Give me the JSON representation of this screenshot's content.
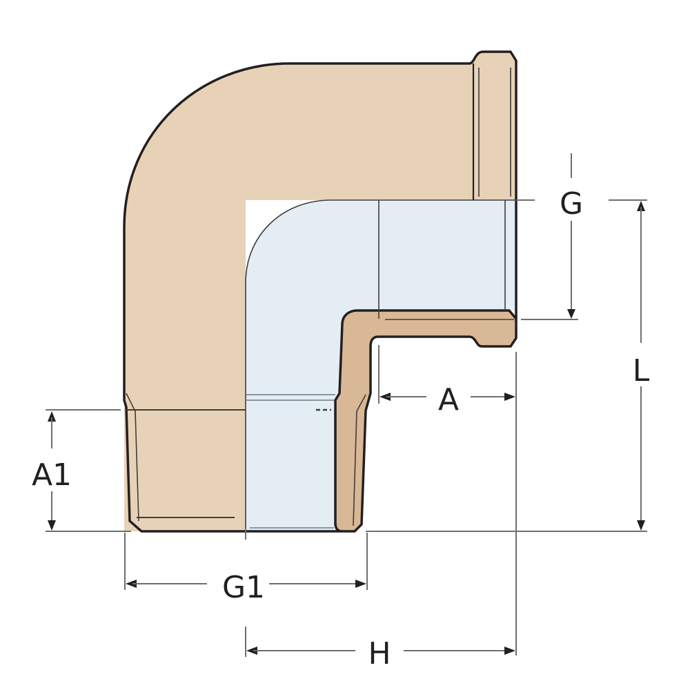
{
  "figure": {
    "subject": "90-degree threaded elbow fitting (male x female) cross-section",
    "colors": {
      "body_fill": "#e8d2b7",
      "section_fill": "#d9b896",
      "bore_fill": "#e4edf4",
      "outline": "#231f20",
      "dimension_line": "#6d6e71",
      "background": "#ffffff"
    }
  },
  "dimensions": {
    "G": {
      "label": "G",
      "description": "female thread size (outlet)"
    },
    "L": {
      "label": "L",
      "description": "overall height"
    },
    "A": {
      "label": "A",
      "description": "female thread engagement length"
    },
    "A1": {
      "label": "A1",
      "description": "male thread length"
    },
    "G1": {
      "label": "G1",
      "description": "male thread size (inlet)"
    },
    "H": {
      "label": "H",
      "description": "centre-to-face length"
    }
  }
}
